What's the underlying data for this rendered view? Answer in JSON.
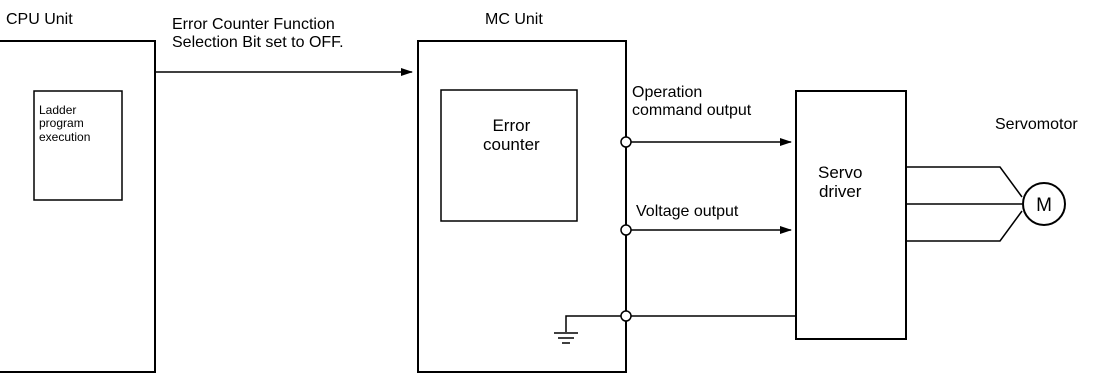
{
  "labels": {
    "cpu_unit": "CPU Unit",
    "ladder_program": "Ladder\nprogram\nexecution",
    "error_counter_function": "Error Counter Function\nSelection Bit set to OFF.",
    "mc_unit": "MC Unit",
    "error_counter": "Error\ncounter",
    "operation_command_output": "Operation\ncommand output",
    "voltage_output": "Voltage output",
    "servo_driver": "Servo\ndriver",
    "servomotor": "Servomotor",
    "motor_symbol": "M"
  }
}
